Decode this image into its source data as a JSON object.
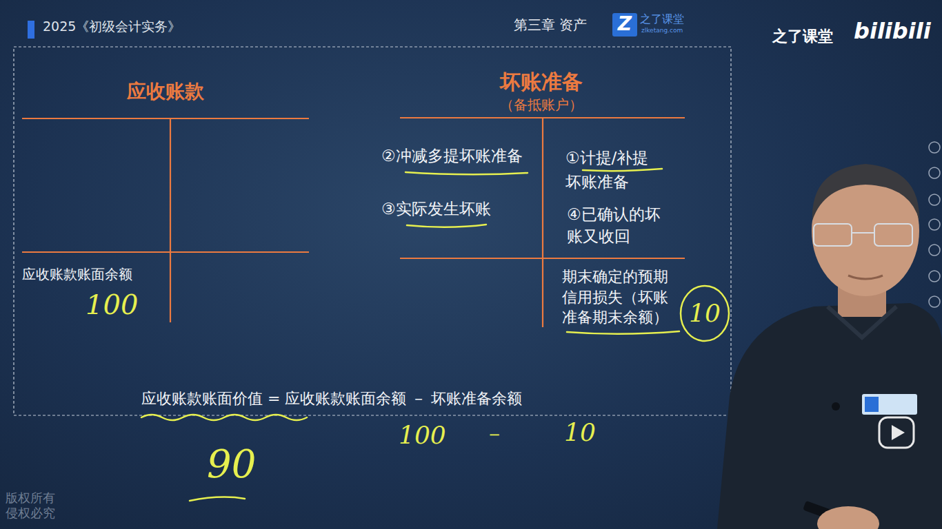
{
  "diagram": {
    "title": "2025《初级会计实务》",
    "nodes": [
      {
        "text": [
          "应收账款",
          "应收账款账面余额",
          "100"
        ]
      },
      {
        "text": [
          "坏账准备",
          "（备抵账户）",
          "②冲减多提坏账准备",
          "①计提/补提 坏账准备",
          "③实际发生坏账",
          "④已确认的坏 账又收回",
          "期末确定的预期 信用损失（坏账 准备期末余额）"
        ]
      },
      {
        "text": [
          "10"
        ],
        "in": 1
      }
    ],
    "labels": [
      "第三章 资产",
      "Z",
      "之了课堂",
      "zlketang.com",
      "之了课堂",
      "bilibili",
      "应收账款账面价值 = 应收账款账面余额 － 坏账准备余额",
      "90",
      "100",
      "－",
      "10",
      "版权所有 侵权必究"
    ]
  }
}
